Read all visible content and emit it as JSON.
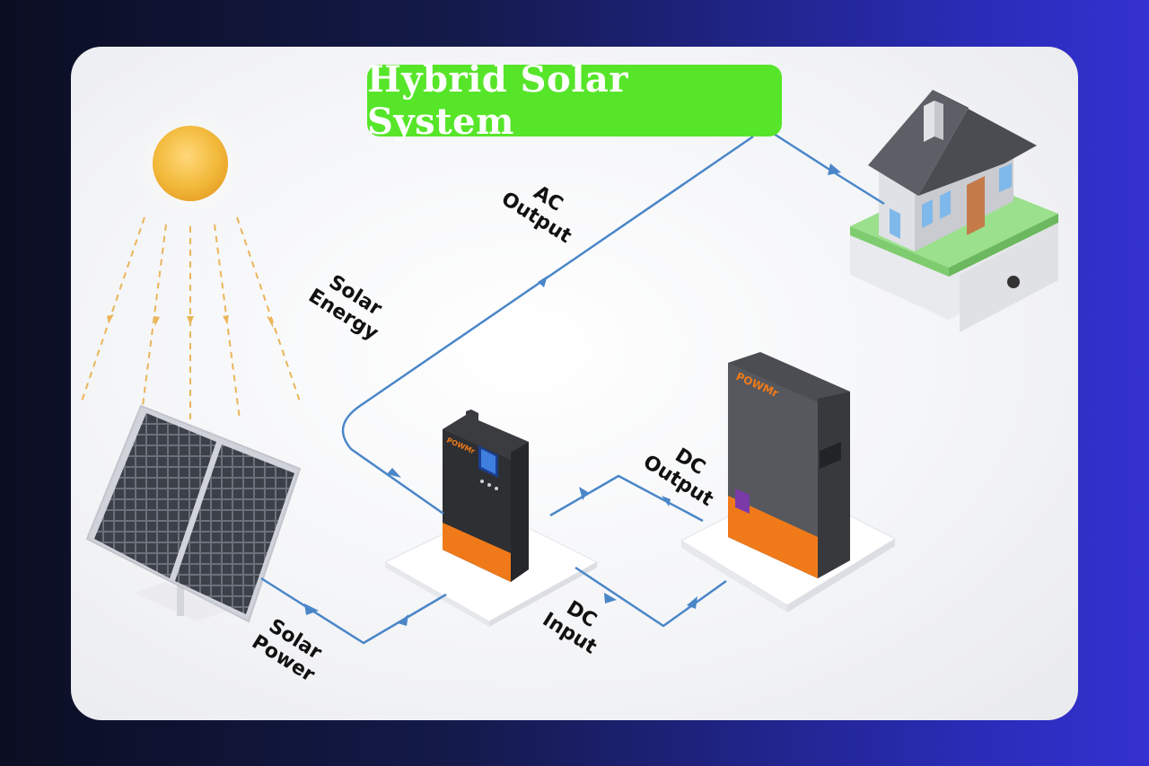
{
  "title": "Hybrid Solar System",
  "labels": {
    "ac_output": [
      "AC",
      "Output"
    ],
    "solar_energy": [
      "Solar",
      "Energy"
    ],
    "dc_output": [
      "DC",
      "Output"
    ],
    "dc_input": [
      "DC",
      "Input"
    ],
    "solar_power": [
      "Solar",
      "Power"
    ]
  },
  "brand": {
    "inverter_logo": "POWMr",
    "battery_logo": "POWMr"
  },
  "colors": {
    "title_badge": "#57e52a",
    "flow_line": "#4a86c8",
    "sun": "#f2b93a",
    "accent_orange": "#f07a1a",
    "house_lawn": "#9be08c"
  },
  "icons": [
    "sun-icon",
    "solar-panel-icon",
    "inverter-icon",
    "battery-icon",
    "house-icon"
  ]
}
